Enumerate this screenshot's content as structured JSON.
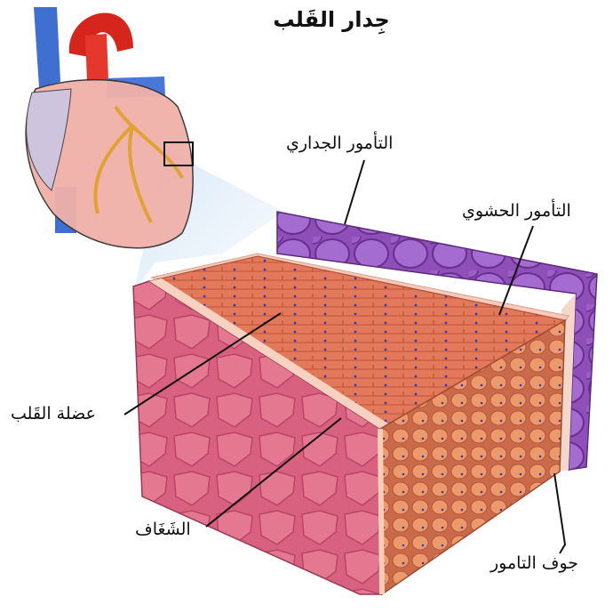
{
  "title": "جِدار القَلب",
  "labels": {
    "parietal_pericardium": "التأمور الجداري",
    "visceral_pericardium": "التأمور الحشوي",
    "myocardium": "عضلة القَلب",
    "endocardium": "الشَغَاف",
    "pericardial_cavity": "جوف التامور"
  },
  "colors": {
    "myocardium": "#e07a5f",
    "muscle_face": "#d4627a",
    "pericardium": "#9b59b6",
    "aorta": "#d6261c",
    "vena_cava": "#3f6fd1",
    "cell_nuclei": "#3a3aa8"
  }
}
